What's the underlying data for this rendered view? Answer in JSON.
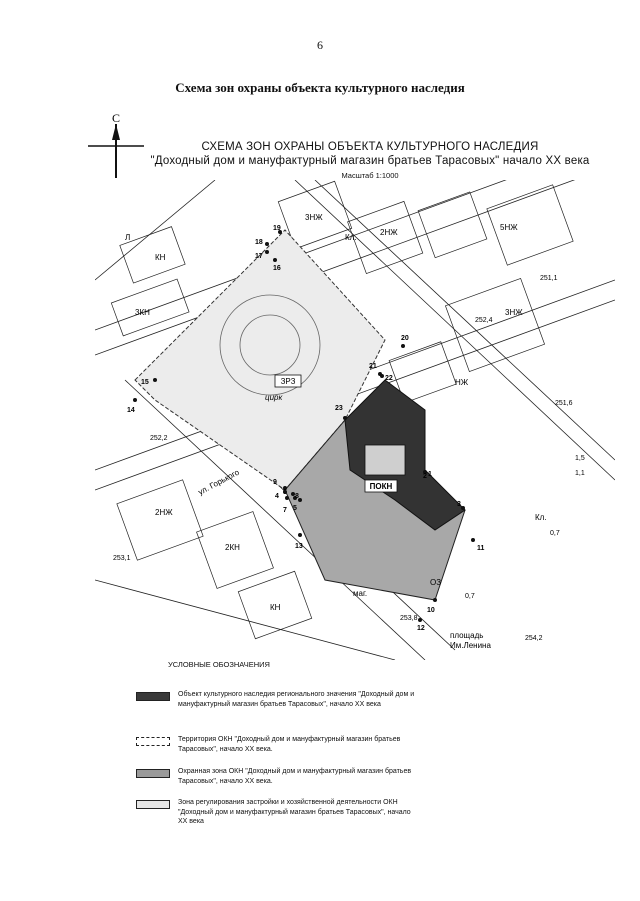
{
  "page_number": "6",
  "doc_title": "Схема зон охраны объекта культурного наследия",
  "compass_label": "С",
  "scheme": {
    "title_line1": "СХЕМА   ЗОН ОХРАНЫ ОБЪЕКТА КУЛЬТУРНОГО НАСЛЕДИЯ",
    "title_line2": "\"Доходный дом и мануфактурный магазин братьев Тарасовых\" начало XX века",
    "scale": "Масштаб 1:1000"
  },
  "map_labels": {
    "zone_zrz": "ЗРЗ",
    "zone_pokn": "ПОКН",
    "zone_oz": "ОЗ",
    "street": "ул. Горького",
    "square_line1": "площадь",
    "square_line2": "Им.Ленина",
    "shop": "маг.",
    "park": "цирк",
    "bldg_kn": "КН",
    "bldg_nzh": "НЖ",
    "bldg_2kn": "2КН",
    "bldg_2nzh": "2НЖ",
    "bldg_3kn": "3КН",
    "bldg_3nzh": "3НЖ",
    "bldg_5nzh": "5НЖ",
    "bldg_kl": "Кл.",
    "bldg_l": "Л",
    "elev_1": "251,1",
    "elev_2": "252,4",
    "elev_3": "252,2",
    "elev_4": "251,6",
    "elev_5": "253,1",
    "elev_6": "253,8",
    "elev_7": "254,2",
    "elev_8": "0,7",
    "elev_9": "1,1",
    "elev_10": "1,5",
    "elev_11": "0,7",
    "points": [
      "1",
      "2",
      "3",
      "4",
      "5",
      "6",
      "7",
      "8",
      "9",
      "10",
      "11",
      "12",
      "13",
      "14",
      "15",
      "16",
      "17",
      "18",
      "19",
      "20",
      "21",
      "22",
      "23"
    ]
  },
  "legend": {
    "title": "УСЛОВНЫЕ ОБОЗНАЧЕНИЯ",
    "items": [
      {
        "text": "Объект культурного наследия регионального значения \"Доходный дом и мануфактурный магазин братьев Тарасовых\", начало XX века"
      },
      {
        "text": "Территория ОКН \"Доходный дом и мануфактурный магазин братьев Тарасовых\", начало XX века."
      },
      {
        "text": "Охранная зона ОКН \"Доходный дом и мануфактурный магазин братьев Тарасовых\", начало XX века."
      },
      {
        "text": "Зона регулирования застройки и хозяйственной деятельности ОКН \"Доходный дом и мануфактурный магазин братьев Тарасовых\", начало XX века"
      }
    ]
  }
}
